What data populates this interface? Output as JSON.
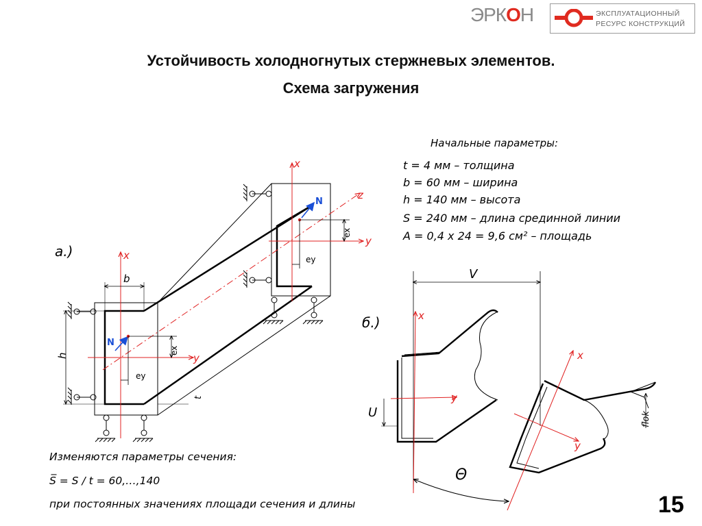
{
  "header": {
    "logo_left": {
      "part1": "ЭРК",
      "part2": "О",
      "part3": "Н"
    },
    "logo_right": {
      "line1": "ЭКСПЛУАТАЦИОННЫЙ",
      "line2": "РЕСУРС КОНСТРУКЦИЙ"
    }
  },
  "title": {
    "line1": "Устойчивость холодногнутых стержневых элементов.",
    "line2": "Схема загружения"
  },
  "parameters": {
    "heading": "Начальные параметры:",
    "items": [
      "t = 4 мм – толщина",
      "b = 60 мм – ширина",
      "h = 140 мм – высота",
      "S = 240 мм – длина срединной линии",
      "A = 0,4 x 24 = 9,6 см² – площадь"
    ]
  },
  "diagram_a": {
    "label": "а.)",
    "axes": {
      "x": "x",
      "y": "y",
      "z": "z"
    },
    "dims": {
      "b": "b",
      "h": "h",
      "t": "t",
      "ex": "ex",
      "ey": "ey"
    },
    "force": "N"
  },
  "diagram_b": {
    "label": "б.)",
    "dims": {
      "v": "V",
      "u": "U",
      "theta": "Θ",
      "flok": "flok"
    },
    "axes": {
      "x": "x",
      "y": "y"
    }
  },
  "caption": {
    "line1": "Изменяются параметры сечения:",
    "line2": "S̅ = S / t = 60,…,140",
    "line3": "при постоянных значениях площади сечения и длины"
  },
  "slide_number": "15",
  "colors": {
    "axis": "#e02020",
    "force": "#1a4fd6",
    "brand": "#e02b20"
  }
}
